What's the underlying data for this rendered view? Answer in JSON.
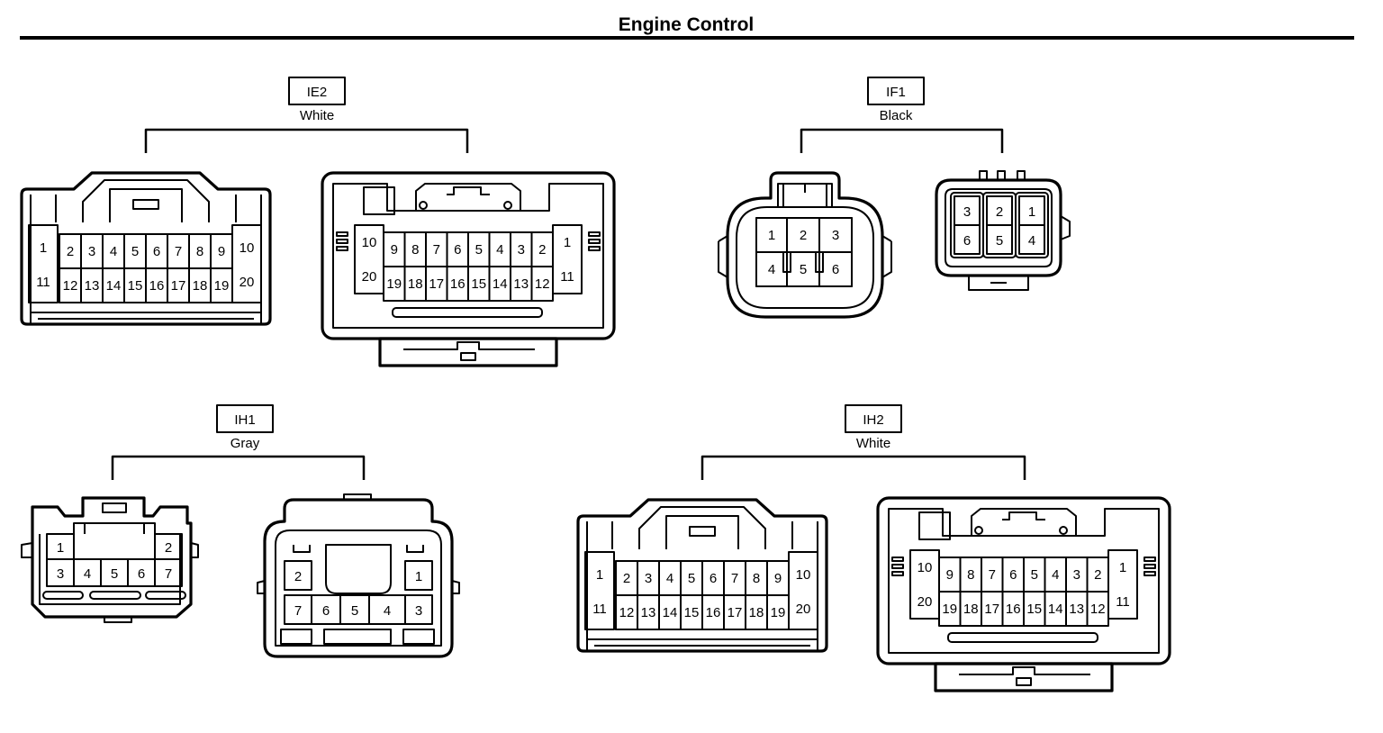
{
  "header": {
    "title": "Engine Control"
  },
  "connectors": [
    {
      "id": "IE2",
      "color": "White",
      "views": [
        {
          "top_row": [
            "1",
            "2",
            "3",
            "4",
            "5",
            "6",
            "7",
            "8",
            "9",
            "10"
          ],
          "bottom_row": [
            "11",
            "12",
            "13",
            "14",
            "15",
            "16",
            "17",
            "18",
            "19",
            "20"
          ]
        },
        {
          "top_row": [
            "10",
            "9",
            "8",
            "7",
            "6",
            "5",
            "4",
            "3",
            "2",
            "1"
          ],
          "bottom_row": [
            "20",
            "19",
            "18",
            "17",
            "16",
            "15",
            "14",
            "13",
            "12",
            "11"
          ]
        }
      ]
    },
    {
      "id": "IF1",
      "color": "Black",
      "views": [
        {
          "top_row": [
            "1",
            "2",
            "3"
          ],
          "bottom_row": [
            "4",
            "5",
            "6"
          ]
        },
        {
          "top_row": [
            "3",
            "2",
            "1"
          ],
          "bottom_row": [
            "6",
            "5",
            "4"
          ]
        }
      ]
    },
    {
      "id": "IH1",
      "color": "Gray",
      "views": [
        {
          "top_row": [
            "1",
            "2"
          ],
          "bottom_row": [
            "3",
            "4",
            "5",
            "6",
            "7"
          ]
        },
        {
          "top_row": [
            "2",
            "1"
          ],
          "bottom_row": [
            "7",
            "6",
            "5",
            "4",
            "3"
          ]
        }
      ]
    },
    {
      "id": "IH2",
      "color": "White",
      "views": [
        {
          "top_row": [
            "1",
            "2",
            "3",
            "4",
            "5",
            "6",
            "7",
            "8",
            "9",
            "10"
          ],
          "bottom_row": [
            "11",
            "12",
            "13",
            "14",
            "15",
            "16",
            "17",
            "18",
            "19",
            "20"
          ]
        },
        {
          "top_row": [
            "10",
            "9",
            "8",
            "7",
            "6",
            "5",
            "4",
            "3",
            "2",
            "1"
          ],
          "bottom_row": [
            "20",
            "19",
            "18",
            "17",
            "16",
            "15",
            "14",
            "13",
            "12",
            "11"
          ]
        }
      ]
    }
  ]
}
